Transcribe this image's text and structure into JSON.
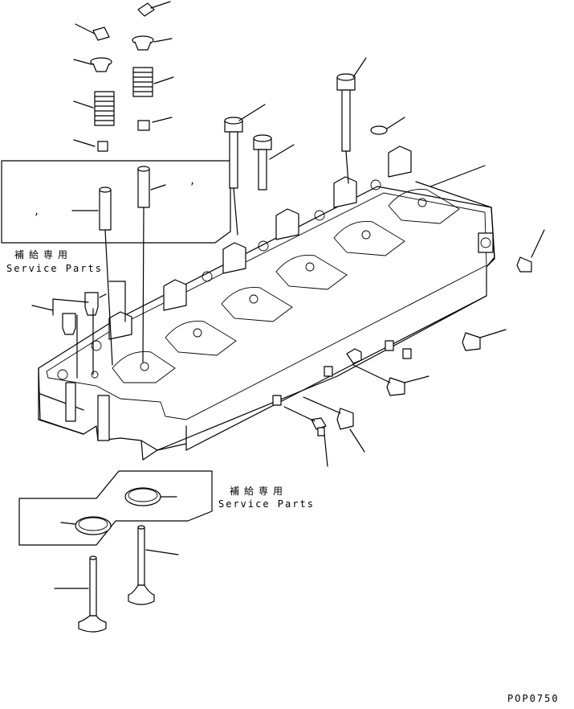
{
  "labels": {
    "upper_group_jp": "補給専用",
    "upper_group_en": "Service Parts",
    "lower_group_jp": "補給専用",
    "lower_group_en": "Service Parts",
    "comma_a": ",",
    "comma_b": ",",
    "drawing_code": "POP0750"
  }
}
